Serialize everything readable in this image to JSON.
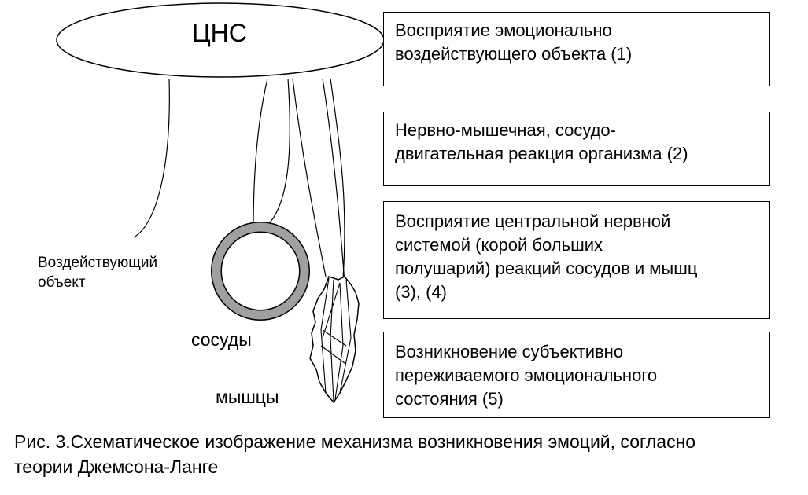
{
  "diagram": {
    "cns_label": "ЦНС",
    "object_label": [
      "Воздействующий",
      "объект"
    ],
    "vessels_label": "сосуды",
    "muscles_label": "мышцы",
    "steps": [
      {
        "lines": [
          "Восприятие эмоционально",
          "воздействующего  объекта (1)"
        ]
      },
      {
        "lines": [
          "Нервно-мышечная, сосудо-",
          "двигательная реакция организма (2)"
        ]
      },
      {
        "lines": [
          "Восприятие  центральной  нервной",
          "системой (корой больших",
          "полушарий) реакций сосудов и мышц",
          "(3), (4)"
        ]
      },
      {
        "lines": [
          "Возникновение                    субъективно",
          "переживаемого             эмоционального",
          "состояния (5)"
        ]
      }
    ]
  },
  "caption": {
    "line1": "Рис. 3.Схематическое изображение механизма возникновения эмоций, согласно",
    "line2": "теории Джемсона-Ланге"
  },
  "colors": {
    "ring": "#a0a0a0",
    "stroke": "#000000"
  }
}
